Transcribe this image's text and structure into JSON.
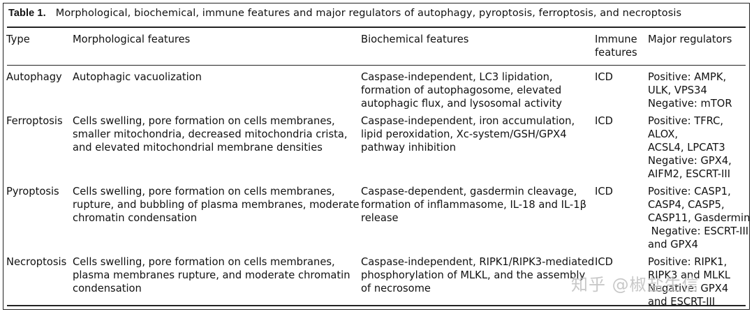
{
  "table": {
    "caption_label": "Table 1.",
    "caption_text": "Morphological, biochemical, immune features and major regulators of autophagy, pyroptosis, ferroptosis, and necroptosis",
    "headers": {
      "type": "Type",
      "morphological": "Morphological features",
      "biochemical": "Biochemical features",
      "immune_line1": "Immune",
      "immune_line2": "features",
      "regulators": "Major regulators"
    },
    "rows": [
      {
        "type": "Autophagy",
        "morph": [
          "Autophagic vacuolization"
        ],
        "bio": [
          "Caspase-independent, LC3 lipidation,",
          "formation of autophagosome, elevated",
          "autophagic flux, and lysosomal activity"
        ],
        "immune": "ICD",
        "reg": [
          "Positive: AMPK,",
          "ULK, VPS34",
          "Negative: mTOR"
        ]
      },
      {
        "type": "Ferroptosis",
        "morph": [
          "Cells swelling, pore formation on cells membranes,",
          "smaller mitochondria, decreased mitochondria crista,",
          "and elevated mitochondrial membrane densities"
        ],
        "bio": [
          "Caspase-independent, iron accumulation,",
          "lipid peroxidation, Xc-system/GSH/GPX4",
          "pathway inhibition"
        ],
        "immune": "ICD",
        "reg": [
          "Positive: TFRC,",
          "ALOX,",
          "ACSL4, LPCAT3",
          "Negative: GPX4,",
          "AIFM2, ESCRT-III"
        ]
      },
      {
        "type": "Pyroptosis",
        "morph": [
          "Cells swelling, pore formation on cells membranes,",
          "rupture, and bubbling of plasma membranes, moderate",
          "chromatin condensation"
        ],
        "bio": [
          "Caspase-dependent, gasdermin cleavage,",
          "formation of inflammasome, IL-18 and IL-1β",
          "release"
        ],
        "immune": "ICD",
        "reg": [
          "Positive: CASP1,",
          "CASP4, CASP5,",
          "CASP11, Gasdermin",
          " Negative: ESCRT-III",
          "and GPX4"
        ]
      },
      {
        "type": "Necroptosis",
        "morph": [
          "Cells swelling, pore formation on cells membranes,",
          "plasma membranes rupture, and moderate chromatin",
          "condensation"
        ],
        "bio": [
          "Caspase-independent, RIPK1/RIPK3-mediated",
          "phosphorylation of MLKL, and the assembly",
          "of necrosome"
        ],
        "immune": "ICD",
        "reg": [
          "Positive: RIPK1,",
          "RIPK3 and MLKL",
          "Negative: GPX4",
          "and ESCRT-III"
        ]
      }
    ]
  },
  "watermark": "知乎 @椒盐生信"
}
